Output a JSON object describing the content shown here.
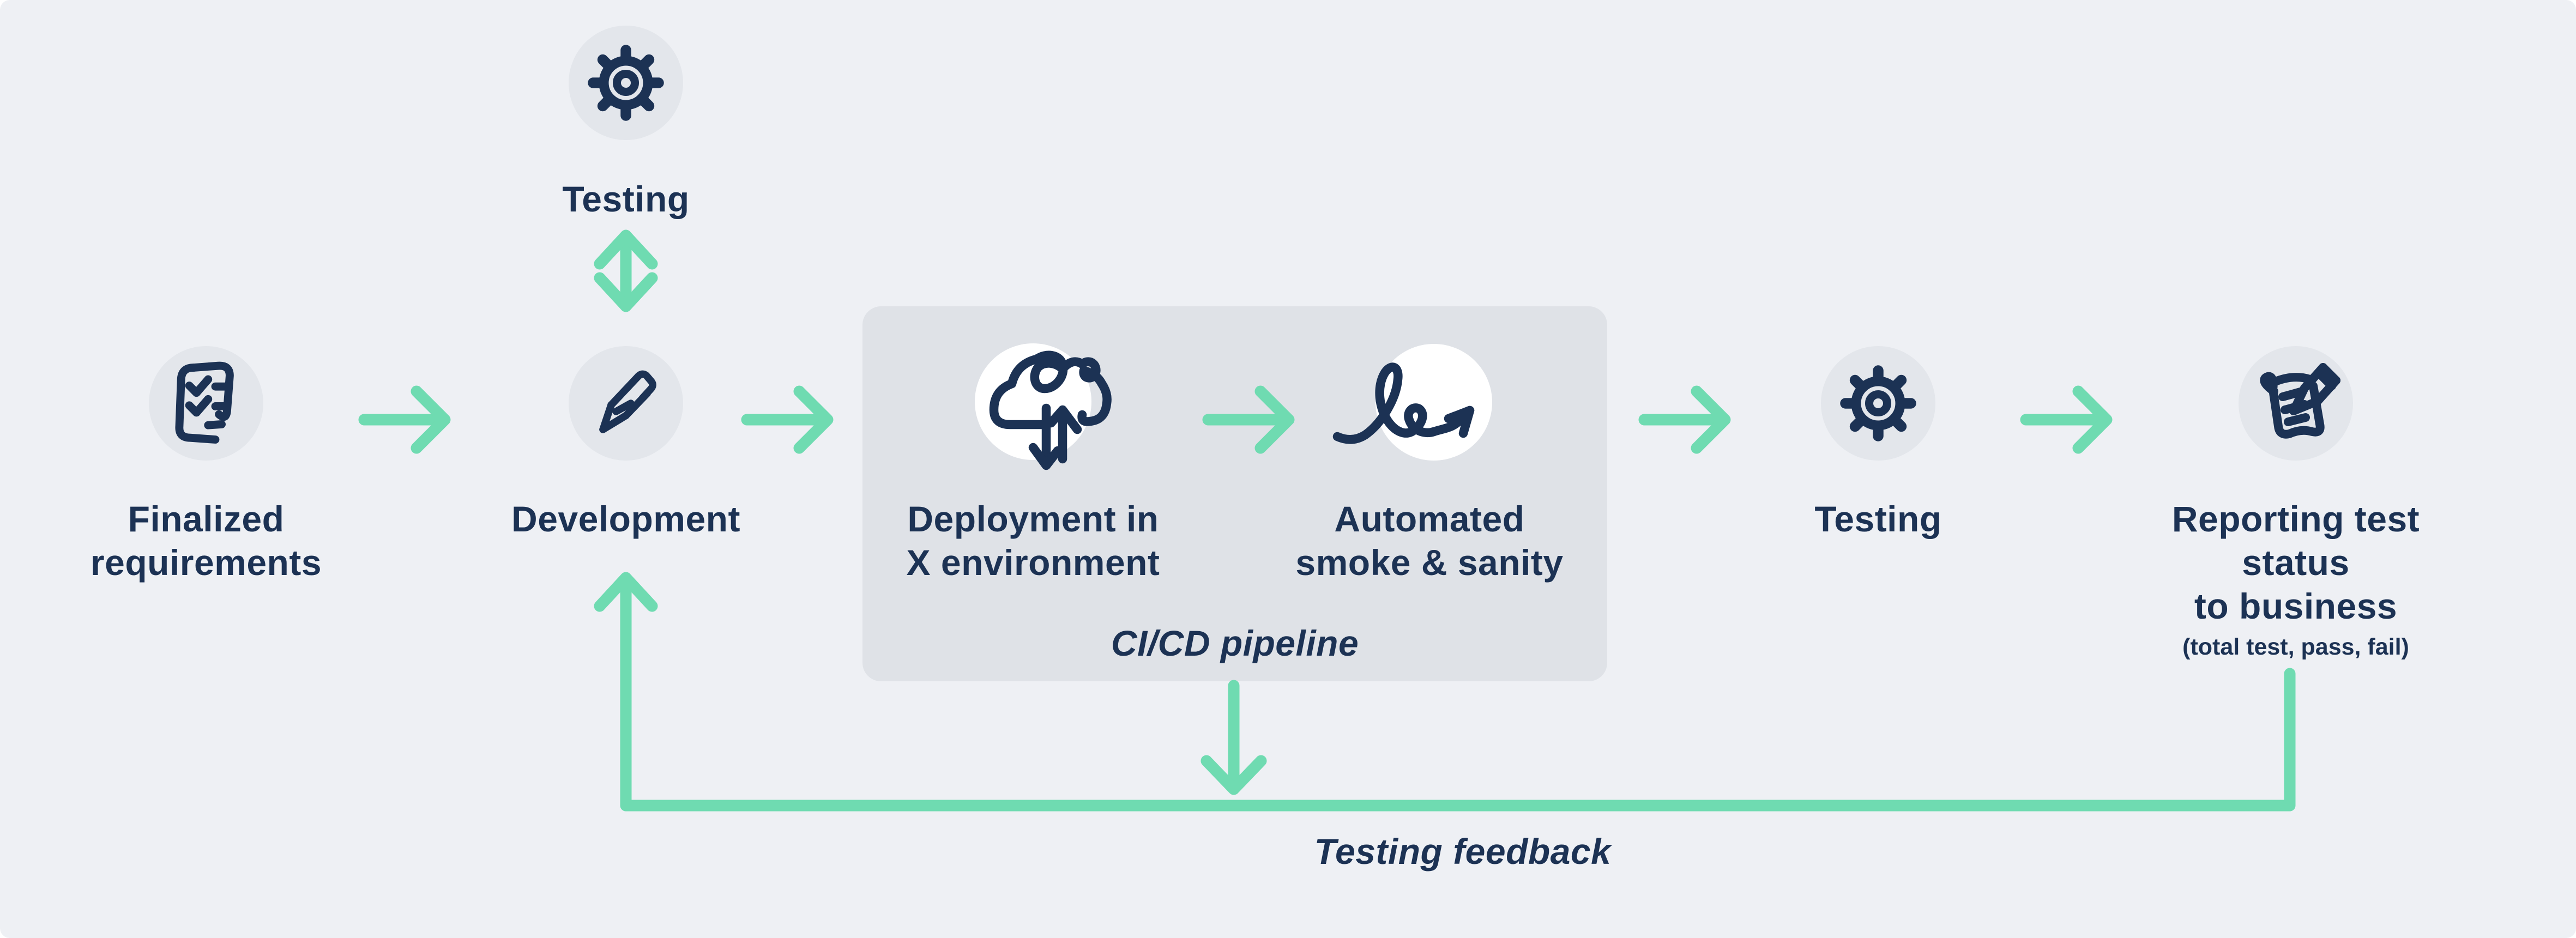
{
  "diagram": {
    "colors": {
      "background": "#eef0f4",
      "pipeline_box": "#dfe2e7",
      "icon_circle_gray": "#e3e6eb",
      "icon_circle_white": "#ffffff",
      "accent_green": "#6fdbb1",
      "navy_text": "#1c3254"
    }
  },
  "top_branch": {
    "label": "Testing",
    "icon": "gear-icon"
  },
  "nodes": {
    "finalized": {
      "line1": "Finalized",
      "line2": "requirements",
      "icon": "checklist-icon"
    },
    "development": {
      "label": "Development",
      "icon": "pencil-icon"
    },
    "deployment": {
      "line1": "Deployment in",
      "line2": "X environment",
      "icon": "cloud-deployment-icon"
    },
    "automated": {
      "line1": "Automated",
      "line2": "smoke & sanity",
      "icon": "scribble-arrow-icon"
    },
    "testing": {
      "label": "Testing",
      "icon": "gear-icon"
    },
    "reporting": {
      "line1": "Reporting test",
      "line2": "status",
      "line3": "to business",
      "note": "(total test, pass, fail)",
      "icon": "report-writing-icon"
    }
  },
  "pipeline_box": {
    "label": "CI/CD pipeline"
  },
  "feedback": {
    "label": "Testing feedback"
  }
}
